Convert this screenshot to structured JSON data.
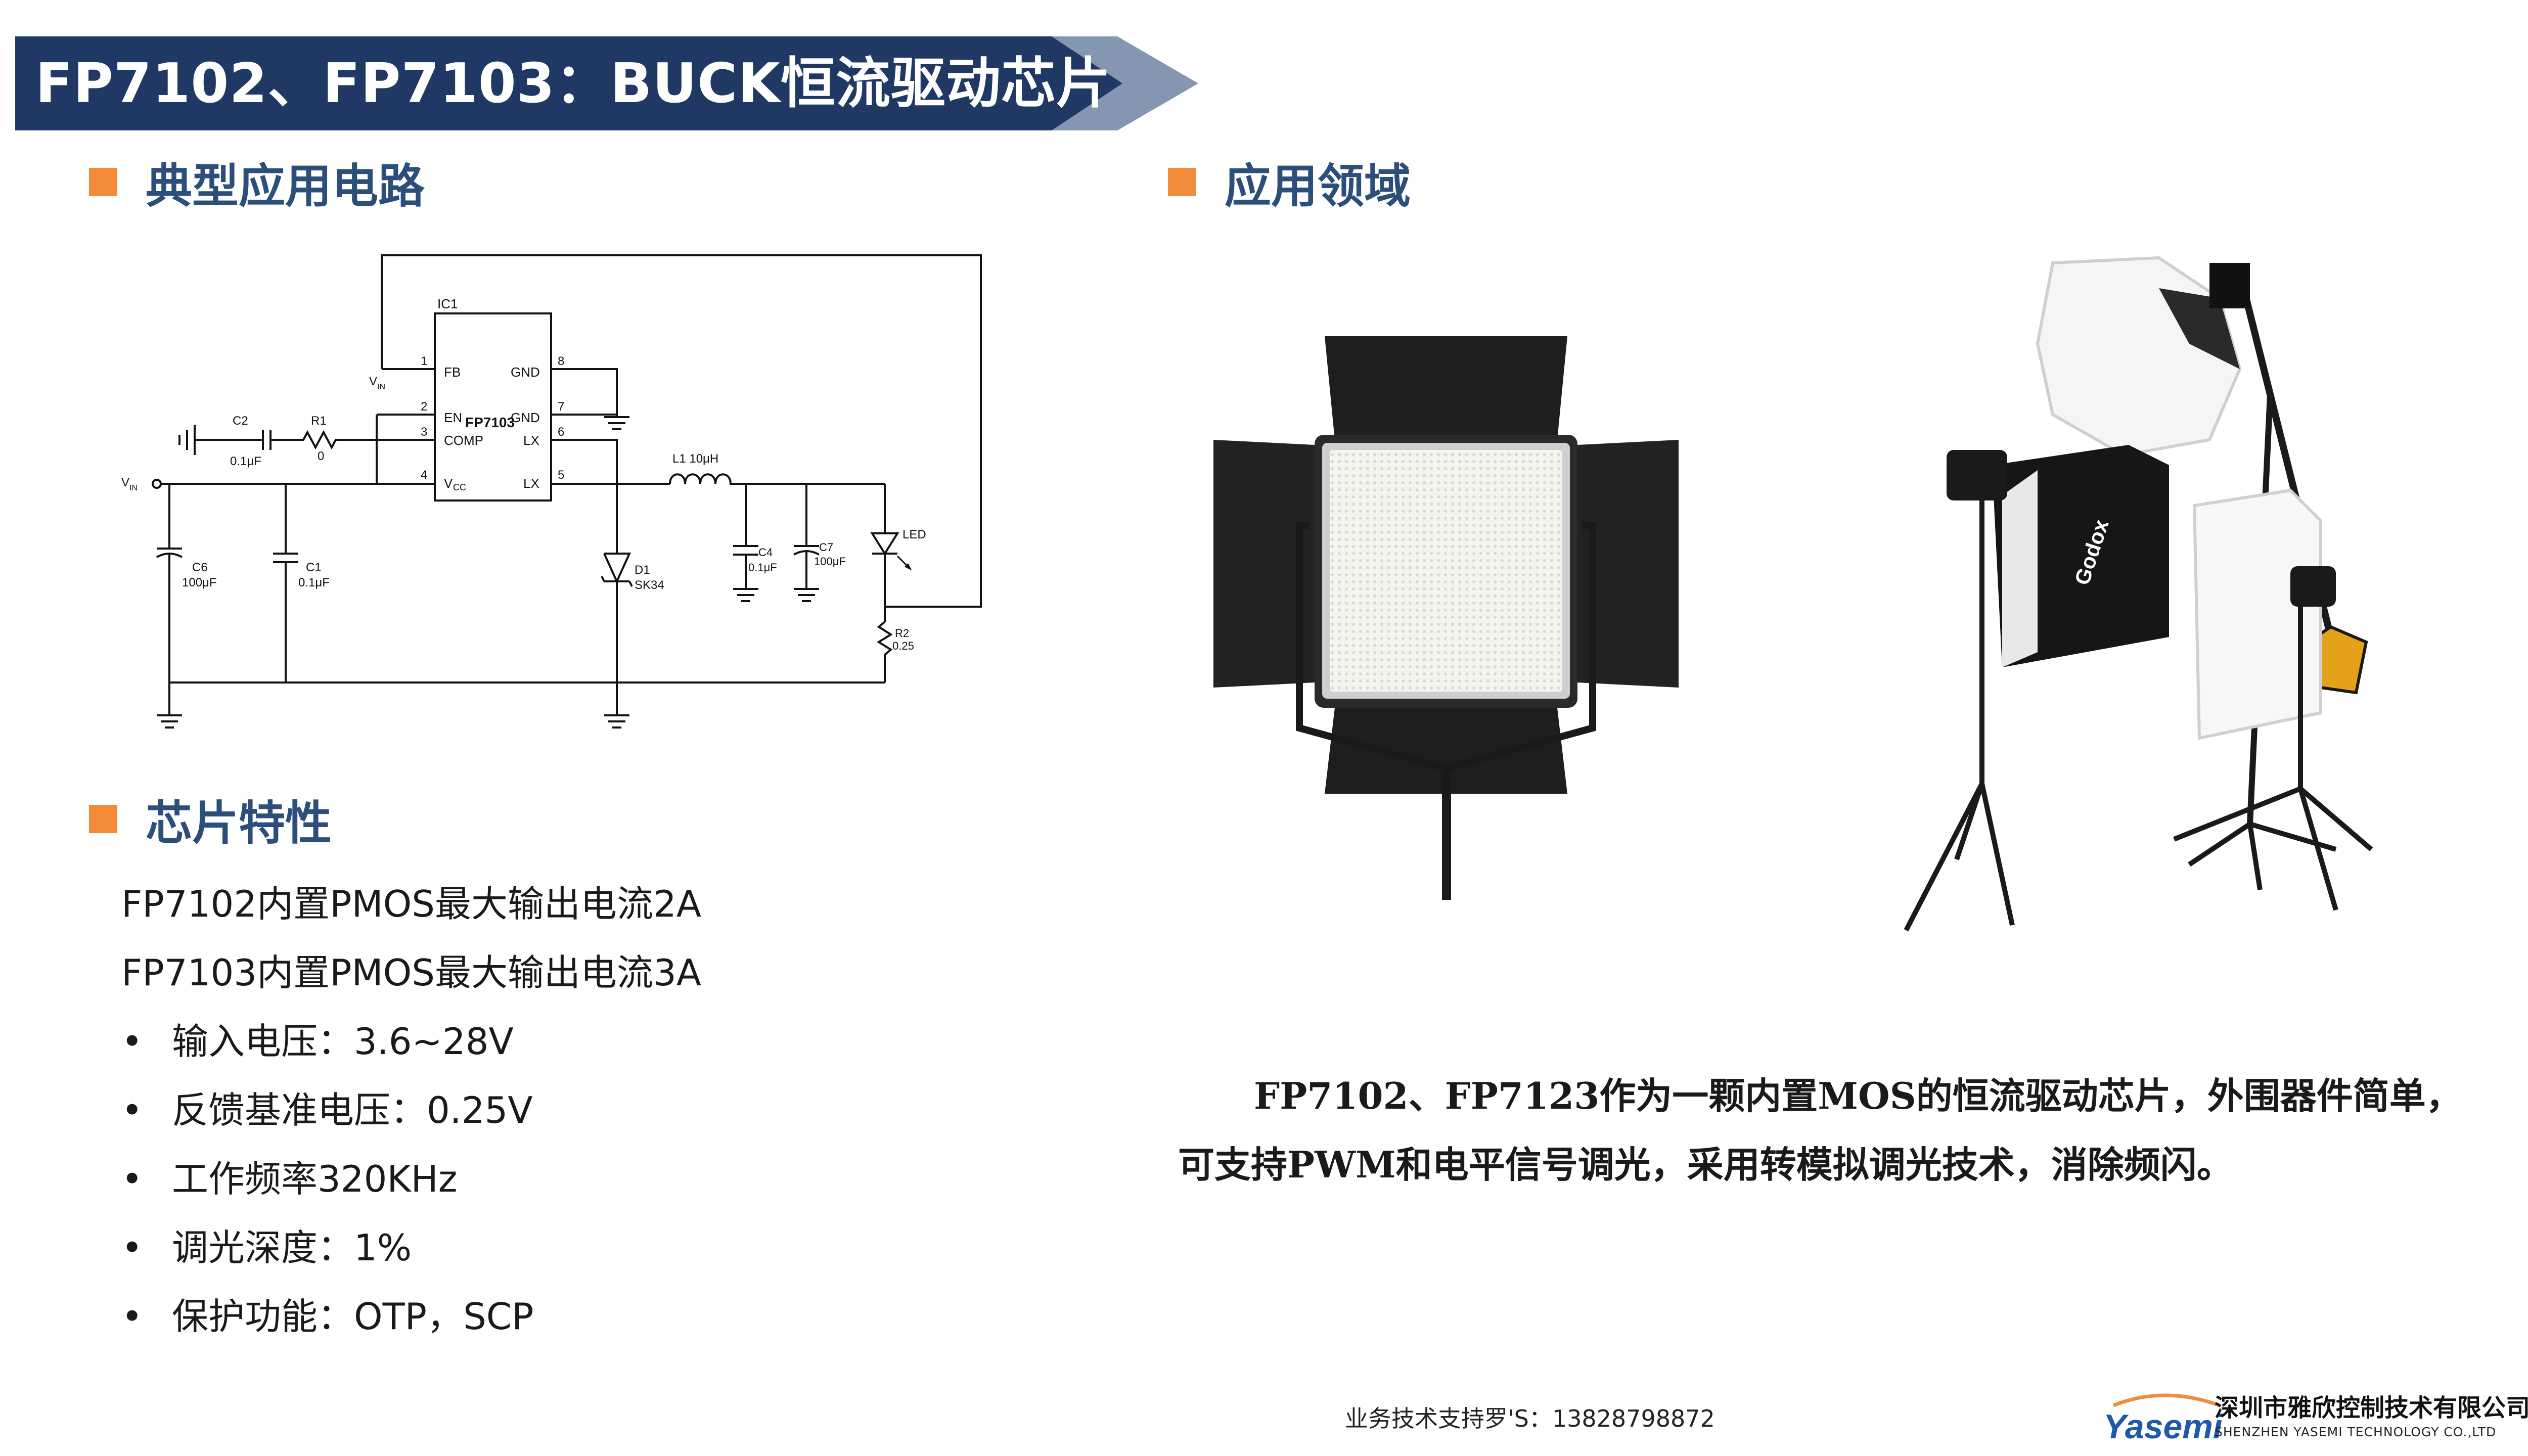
{
  "title": "FP7102、FP7103：BUCK恒流驱动芯片",
  "sections": {
    "circuit": "典型应用电路",
    "application": "应用领域",
    "features": "芯片特性"
  },
  "circuit": {
    "ic_ref": "IC1",
    "ic_part": "FP7103",
    "pins": {
      "fb": "FB",
      "en": "EN",
      "comp": "COMP",
      "vcc": "V",
      "gnd8": "GND",
      "gnd7": "GND",
      "lx6": "LX",
      "lx5": "LX",
      "n1": "1",
      "n2": "2",
      "n3": "3",
      "n4": "4",
      "n5": "5",
      "n6": "6",
      "n7": "7",
      "n8": "8"
    },
    "vin_top": "V",
    "vin_left": "V",
    "vin_sub": "IN",
    "vcc_sub": "CC",
    "c2": "C2",
    "c2_val": "0.1μF",
    "r1": "R1",
    "r1_val": "0",
    "l1": "L1 10μH",
    "c6": "C6",
    "c6_val": "100μF",
    "c1": "C1",
    "c1_val": "0.1μF",
    "d1": "D1",
    "d1_val": "SK34",
    "c4": "C4",
    "c4_val": "0.1μF",
    "c7": "C7",
    "c7_val": "100μF",
    "led": "LED",
    "r2": "R2",
    "r2_val": "0.25"
  },
  "features": {
    "lines": [
      "FP7102内置PMOS最大输出电流2A",
      "FP7103内置PMOS最大输出电流3A"
    ],
    "bullet_symbol": "•",
    "bullets": [
      "输入电压：3.6~28V",
      "反馈基准电压：0.25V",
      "工作频率320KHz",
      "调光深度：1%",
      "保护功能：OTP，SCP"
    ]
  },
  "photos": {
    "studio_brand": "Godox"
  },
  "description": {
    "line1": "FP7102、FP7123作为一颗内置MOS的恒流驱动芯片，外围器件简单，",
    "line2": "可支持PWM和电平信号调光，采用转模拟调光技术，消除频闪。"
  },
  "footer": {
    "contact": "业务技术支持罗'S：13828798872",
    "logo_text": "Yasemi",
    "company_cn": "深圳市雅欣控制技术有限公司",
    "company_en": "SHENZHEN YASEMI TECHNOLOGY CO.,LTD"
  },
  "colors": {
    "banner": "#1f3864",
    "banner_chevron": "#8496b0",
    "accent": "#f28c3a",
    "section_text": "#2c4e7a"
  }
}
